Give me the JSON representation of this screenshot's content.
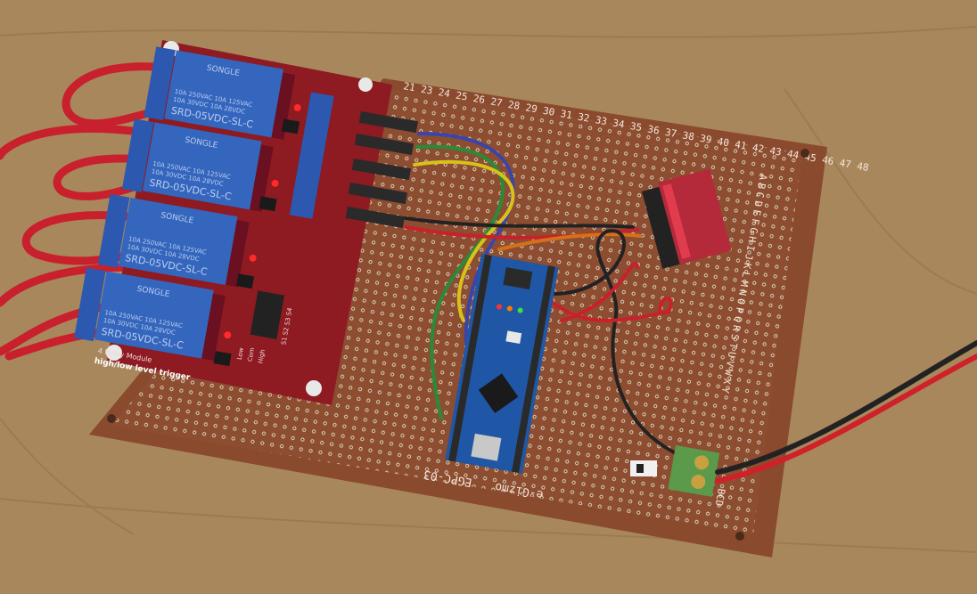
{
  "relay_module": {
    "brand": "SONGLE",
    "relays": [
      {
        "rating_1": "10A 250VAC  10A 125VAC",
        "rating_2": "10A 30VDC  10A 28VDC",
        "model": "SRD-05VDC-SL-C"
      },
      {
        "rating_1": "10A 250VAC  10A 125VAC",
        "rating_2": "10A 30VDC  10A 28VDC",
        "model": "SRD-05VDC-SL-C"
      },
      {
        "rating_1": "10A 250VAC  10A 125VAC",
        "rating_2": "10A 30VDC  10A 28VDC",
        "model": "SRD-05VDC-SL-C"
      },
      {
        "rating_1": "10A 250VAC  10A 125VAC",
        "rating_2": "10A 30VDC  10A 28VDC",
        "model": "SRD-05VDC-SL-C"
      }
    ],
    "label_line1": "4 Relay Module",
    "label_line2": "high/low level trigger",
    "jumper_labels": [
      "Low",
      "Com",
      "High"
    ],
    "jumper_ids": "S1 S2 S3 S4",
    "led_color": "#ff2a2a",
    "board_color": "#8e1a22",
    "relay_color": "#2f5fb4"
  },
  "perfboard": {
    "brand": "e-Gizmo",
    "model": "EGPC-03",
    "column_numbers": "21 23 24 25 26 27 28 29 30 31 32 33 34 35 36 37 38 39 40 41 42 43 44 45 46 47 48",
    "row_letters": "ABCDEFGHIJKLMNOPQRSTUVWXY",
    "bottom_letters": "BCD",
    "board_color": "#8a4a2e"
  },
  "background_color": "#a9875c"
}
